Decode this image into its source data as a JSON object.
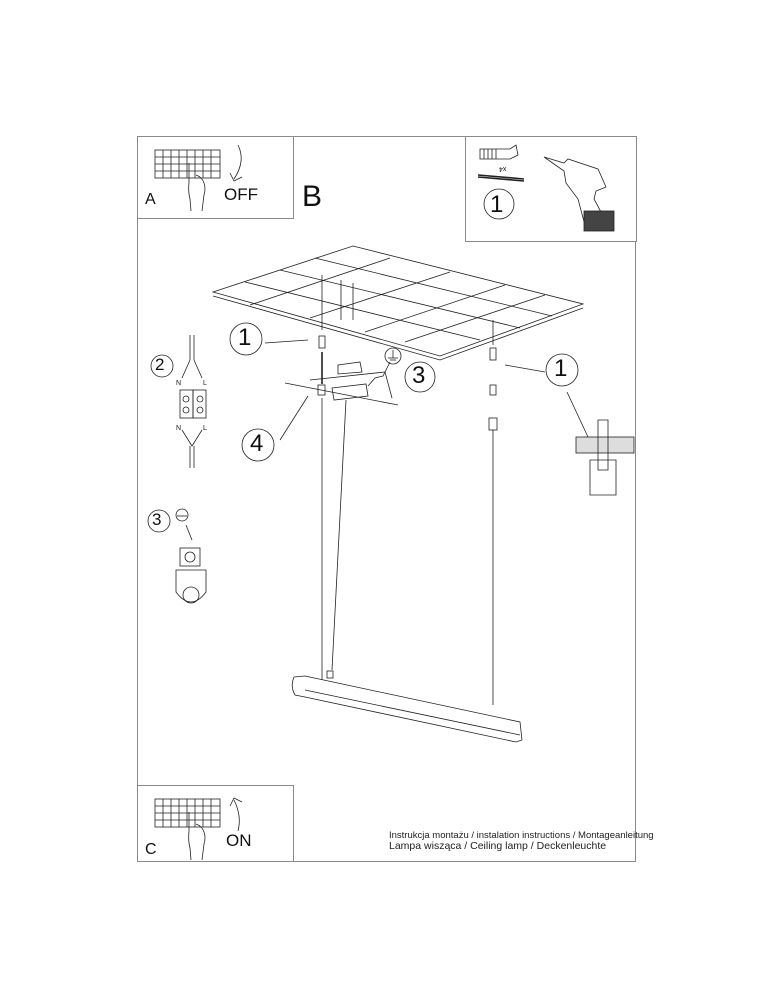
{
  "document": {
    "type": "installation-diagram",
    "steps": {
      "A": {
        "letter": "A",
        "action": "OFF",
        "description": "switch off breaker"
      },
      "B": {
        "letter": "B"
      },
      "C": {
        "letter": "C",
        "action": "ON",
        "description": "switch on breaker"
      }
    },
    "tools_box": {
      "quantity": "x4",
      "callout": "1"
    },
    "callouts": {
      "anchor_left": "1",
      "anchor_right": "1",
      "ground": "3",
      "cable_grip": "4",
      "wiring_detail": "2",
      "ground_detail": "3"
    },
    "terminal_labels": {
      "top_left": "N",
      "top_right": "L",
      "bottom_left": "N",
      "bottom_right": "L"
    },
    "caption": {
      "line1": "Instrukcja montażu / instalation instructions / Montageanleitung",
      "line2": "Lampa wisząca / Ceiling lamp / Deckenleuchte"
    },
    "colors": {
      "line": "#222222",
      "border": "#8a8a8a",
      "background": "#ffffff"
    }
  }
}
